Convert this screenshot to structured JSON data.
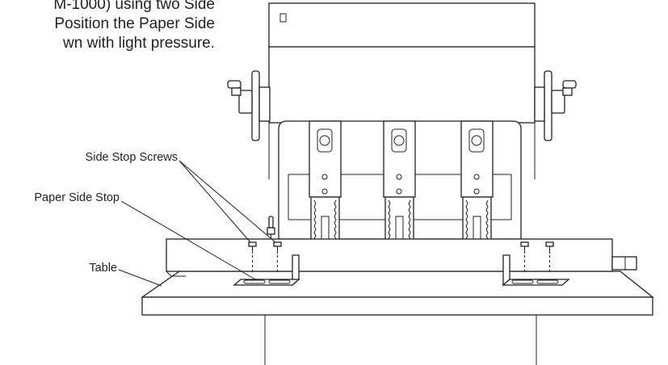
{
  "instructions": {
    "line1": "M-1000) using two Side",
    "line2": "Position the Paper Side",
    "line3": "wn with light pressure."
  },
  "callouts": {
    "side_stop_screws": "Side Stop Screws",
    "paper_side_stop": "Paper Side Stop",
    "table": "Table"
  }
}
